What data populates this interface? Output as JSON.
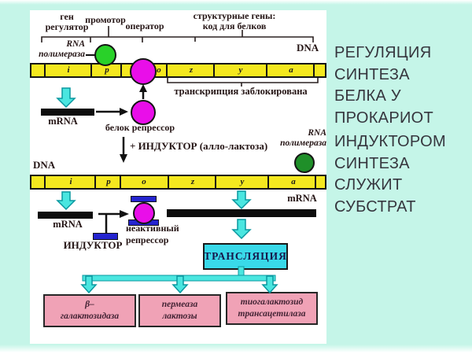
{
  "slide": {
    "side_text": {
      "block1": [
        "РЕГУЛЯЦИЯ",
        "СИНТЕЗА",
        "БЕЛКА У",
        "ПРОКАРИОТ"
      ],
      "block2": [
        "ИНДУКТОРОМ",
        "СИНТЕЗА",
        "СЛУЖИТ",
        "СУБСТРАТ"
      ]
    }
  },
  "diagram": {
    "labels": {
      "gene_line1": "ген",
      "gene_line2": "регулятор",
      "promoter": "промотор",
      "operator": "оператор",
      "structural_line1": "структурные гены:",
      "structural_line2": "код для белков",
      "rna_pol_line1": "RNA",
      "rna_pol_line2": "полимераза",
      "dna_top": "DNA",
      "transcription_blocked": "транскрипция заблокирована",
      "mrna_1": "mRNA",
      "repressor_protein": "белок репрессор",
      "inducer_arrow": "+ ИНДУКТОР (алло-лактоза)",
      "rna_pol2_line1": "RNA",
      "rna_pol2_line2": "полимераза",
      "dna_2": "DNA",
      "mrna_2": "mRNA",
      "inducer": "ИНДУКТОР",
      "inactive_line1": "неактивный",
      "inactive_line2": "репрессор",
      "mrna_3": "mRNA",
      "translation": "ТРАНСЛЯЦИЯ"
    },
    "operon_segments": [
      "i",
      "p",
      "o",
      "z",
      "y",
      "a"
    ],
    "products": [
      {
        "line1": "β–",
        "line2": "галактозидаза"
      },
      {
        "line1": "пермеаза",
        "line2": "лактозы"
      },
      {
        "line1": "тиогалактозид",
        "line2": "трансацетилаза"
      }
    ],
    "colors": {
      "background": "#c5f5e8",
      "panel": "#ffffff",
      "dna_band": "#f4e81f",
      "repressor_magenta": "#e90ee9",
      "rna_polymerase_green": "#29d129",
      "rna_polymerase_dark_green": "#1f8f29",
      "cyan_arrow": "#4ae6e0",
      "translation_box": "#39d9e9",
      "product_box_pink": "#f0a2b6",
      "inducer_blue": "#2424cf",
      "mrna_bar": "#0d0d0d"
    }
  }
}
